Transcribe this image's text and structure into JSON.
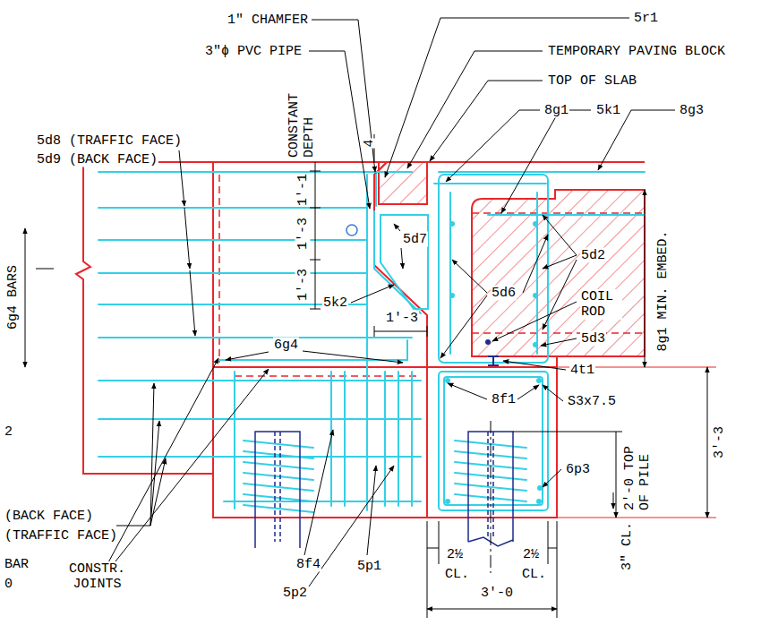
{
  "diagram": {
    "labels": [
      "1\" CHAMFER",
      "3\"ϕ PVC PIPE",
      "5r1",
      "TEMPORARY PAVING BLOCK",
      "TOP OF SLAB",
      "8g1",
      "5k1",
      "8g3",
      "5d8 (TRAFFIC FACE)",
      "5d9 (BACK FACE)",
      "CONSTANT DEPTH",
      "4",
      "1'-1",
      "1'-3",
      "1'-3",
      "5d7",
      "5k2",
      "1'-3",
      "5d2",
      "5d6",
      "COIL ROD",
      "5d3",
      "8g1 MIN. EMBED.",
      "6g4 BARS",
      "6g4",
      "4t1",
      "S3x7.5",
      "8f1",
      "3'-3",
      "6p3",
      "2'-0 TOP OF PILE",
      "3\" CL.",
      "2",
      "(BACK FACE)",
      "(TRAFFIC FACE)",
      "BAR",
      "0",
      "CONSTR. JOINTS",
      "8f4",
      "5p1",
      "5p2",
      "2½",
      "CL.",
      "2½",
      "CL.",
      "3'-0"
    ]
  }
}
